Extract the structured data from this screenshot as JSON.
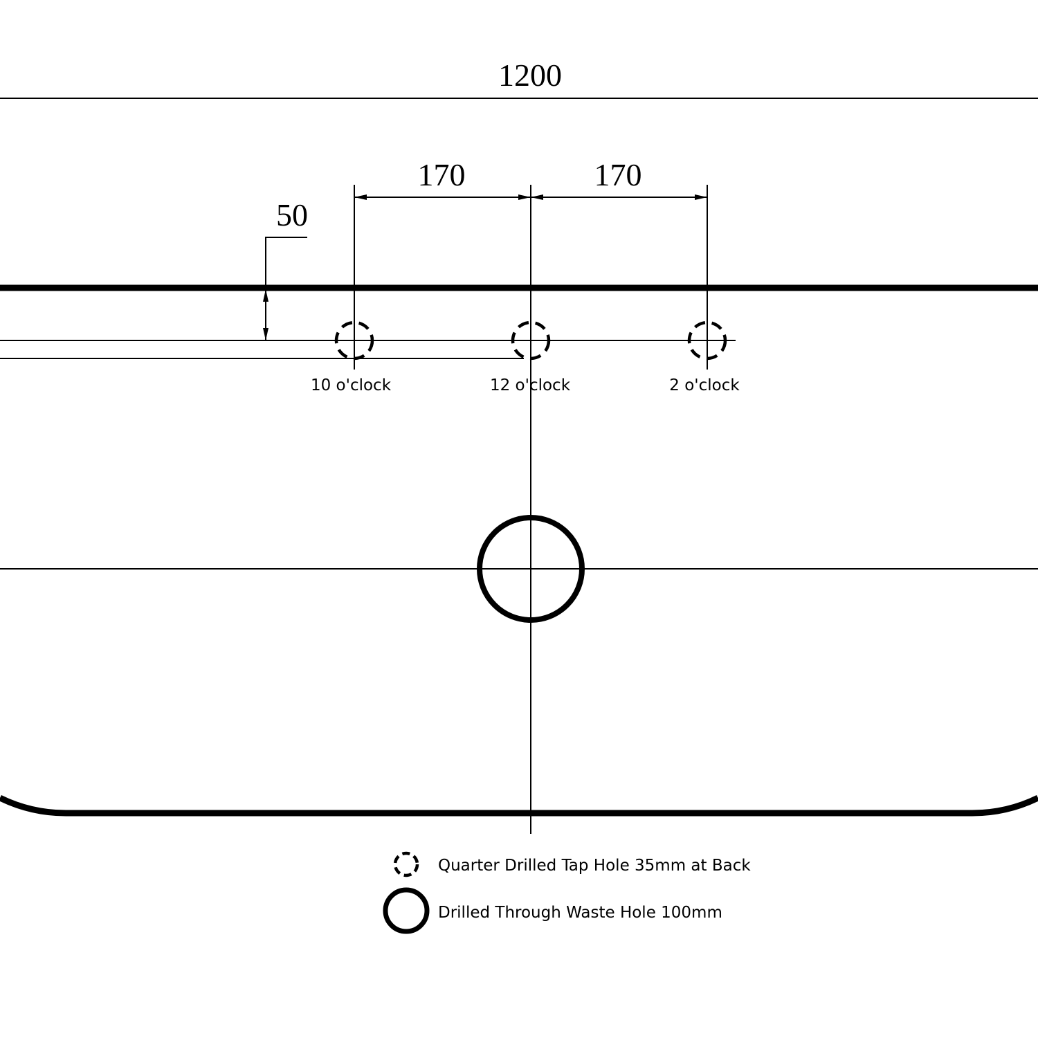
{
  "dimensions": {
    "overall_width": "1200",
    "tap_spacing_left": "170",
    "tap_spacing_right": "170",
    "tap_offset": "50"
  },
  "tap_holes": [
    {
      "label": "10 o'clock"
    },
    {
      "label": "12 o'clock"
    },
    {
      "label": "2 o'clock"
    }
  ],
  "legend": {
    "tap_hole": "Quarter Drilled Tap Hole 35mm at Back",
    "waste_hole": "Drilled Through Waste Hole 100mm"
  }
}
